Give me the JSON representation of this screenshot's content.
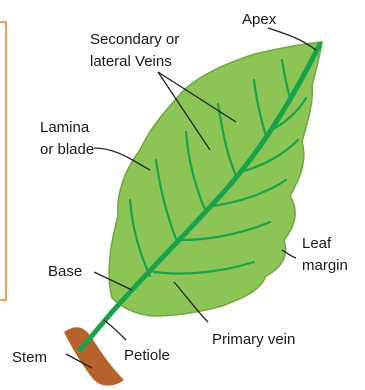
{
  "labels": {
    "apex": "Apex",
    "secondary_line1": "Secondary or",
    "secondary_line2": "lateral Veins",
    "lamina_line1": "Lamina",
    "lamina_line2": "or blade",
    "leaf_margin_line1": "Leaf",
    "leaf_margin_line2": "margin",
    "base": "Base",
    "primary_vein": "Primary vein",
    "stem": "Stem",
    "petiole": "Petiole"
  },
  "colors": {
    "leaf_fill": "#8cc456",
    "leaf_edge": "#6fa83e",
    "vein": "#17a34a",
    "stem": "#b8632e",
    "frame": "#f0a05a",
    "leader": "#222222"
  }
}
